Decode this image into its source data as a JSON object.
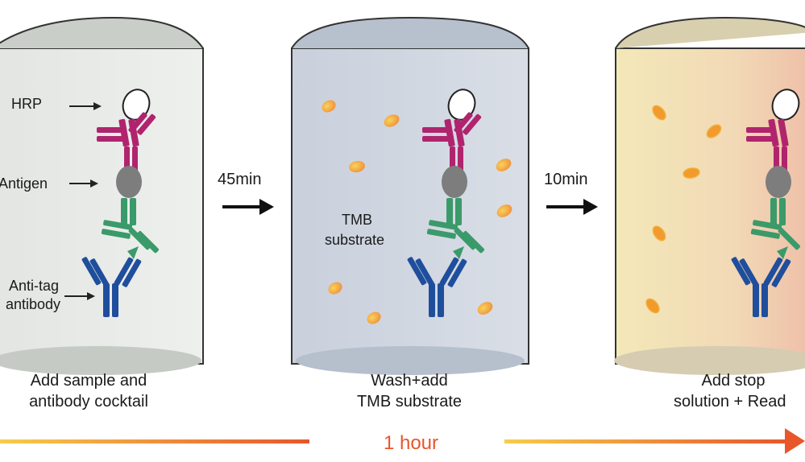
{
  "panels": [
    {
      "caption_line1": "Add sample and",
      "caption_line2": "antibody cocktail",
      "labels": {
        "hrp": "HRP",
        "antigen": "Antigen",
        "anti_tag_1": "Anti-tag",
        "anti_tag_2": "antibody"
      }
    },
    {
      "caption_line1": "Wash+add",
      "caption_line2": "TMB substrate",
      "labels": {
        "tmb_1": "TMB",
        "tmb_2": "substrate"
      }
    },
    {
      "caption_line1": "Add stop",
      "caption_line2": "solution + Read"
    }
  ],
  "steps": [
    {
      "time": "45min"
    },
    {
      "time": "10min"
    }
  ],
  "total_time": "1 hour",
  "colors": {
    "hrp_fill": "#ffffff",
    "secondary_antibody": "#b0246e",
    "antigen": "#7d7d7d",
    "detection_antibody": "#3a9a6a",
    "anti_tag_antibody": "#1f4e9c",
    "substrate": "#f3a53a",
    "timeline_gradient_start": "#f6cd4c",
    "timeline_gradient_end": "#e8562a"
  }
}
